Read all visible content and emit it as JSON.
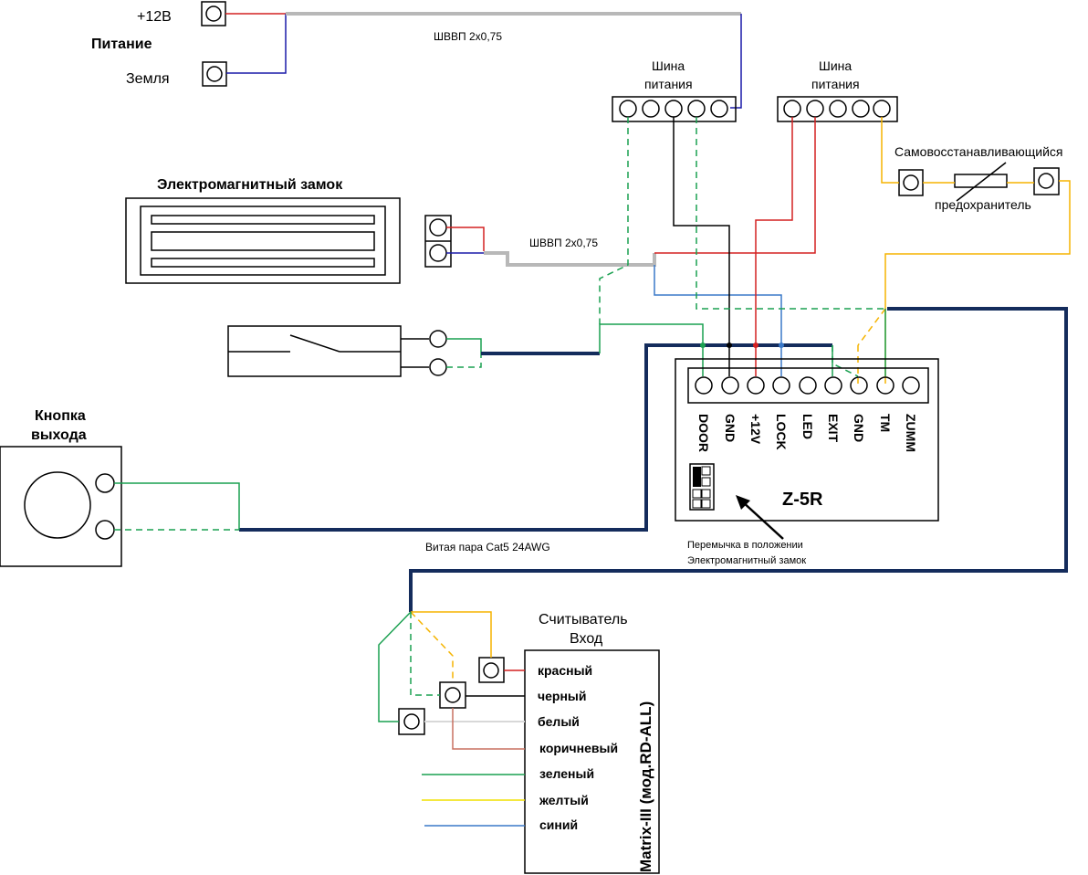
{
  "power": {
    "title": "Питание",
    "plus12": "+12В",
    "ground": "Земля"
  },
  "cable_top": "ШВВП 2х0,75",
  "cable_lock": "ШВВП 2х0,75",
  "bus1": "Шина питания",
  "bus2": "Шина питания",
  "fuse": {
    "label1": "Самовосстанавливающийся",
    "label2": "предохранитель"
  },
  "lock": {
    "title": "Электромагнитный замок"
  },
  "exit_button": {
    "title_line1": "Кнопка",
    "title_line2": "выхода"
  },
  "twisted_pair": "Витая пара Cat5 24AWG",
  "controller": {
    "name": "Z-5R",
    "terminals": [
      "DOOR",
      "GND",
      "+12V",
      "LOCK",
      "LED",
      "EXIT",
      "GND",
      "TM",
      "ZUMM"
    ]
  },
  "jumper_note": {
    "line1": "Перемычка в положении",
    "line2": "Электромагнитный замок"
  },
  "reader": {
    "title_line1": "Считыватель",
    "title_line2": "Вход",
    "model": "Matrix-III (мод.RD-ALL)",
    "wires": [
      "красный",
      "черный",
      "белый",
      "коричневый",
      "зеленый",
      "желтый",
      "синий"
    ]
  },
  "colors": {
    "red": "#d42020",
    "blue": "#1a1aa8",
    "green": "#1aa050",
    "yellow": "#f5b400",
    "grey": "#b8b8b8",
    "navy": "#142c5c",
    "lightblue": "#3a78c8",
    "brown": "#c87060",
    "ybright": "#f0e000"
  }
}
